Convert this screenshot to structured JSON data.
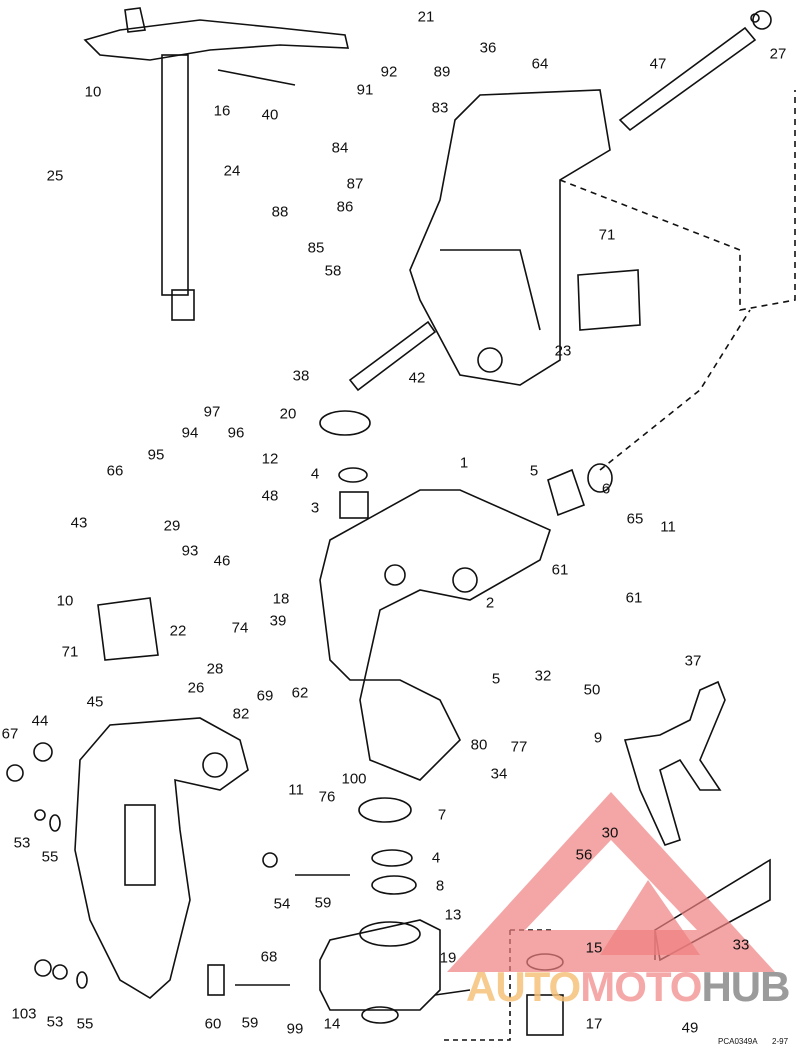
{
  "diagram": {
    "callouts": [
      "21",
      "36",
      "64",
      "47",
      "27",
      "92",
      "89",
      "91",
      "83",
      "10",
      "16",
      "40",
      "84",
      "87",
      "86",
      "88",
      "85",
      "58",
      "71",
      "24",
      "25",
      "23",
      "38",
      "42",
      "20",
      "97",
      "94",
      "96",
      "95",
      "12",
      "66",
      "1",
      "5",
      "6",
      "4",
      "48",
      "3",
      "43",
      "29",
      "65",
      "11",
      "93",
      "46",
      "10",
      "18",
      "61",
      "61",
      "2",
      "74",
      "22",
      "39",
      "71",
      "5",
      "32",
      "37",
      "50",
      "28",
      "26",
      "69",
      "62",
      "82",
      "45",
      "44",
      "67",
      "80",
      "77",
      "34",
      "9",
      "11",
      "76",
      "100",
      "7",
      "4",
      "8",
      "53",
      "55",
      "54",
      "59",
      "30",
      "56",
      "13",
      "33",
      "15",
      "49",
      "19",
      "68",
      "103",
      "53",
      "55",
      "60",
      "59",
      "99",
      "14",
      "17"
    ],
    "footer_code": "PCA0349A",
    "footer_date": "2-97"
  },
  "watermark": {
    "part1": "AUTO",
    "part2": "MOTO",
    "part3": "HUB",
    "colors": {
      "triangle": "#f08080",
      "auto": "#f5c27a",
      "moto": "#f49a9a",
      "hub": "#8a8a8a"
    }
  }
}
